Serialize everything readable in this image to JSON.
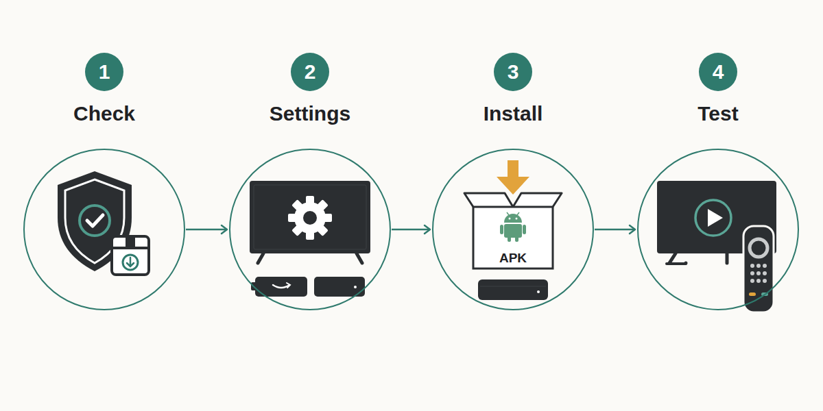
{
  "diagram": {
    "nodes": [
      {
        "text": [
          "1"
        ]
      },
      {
        "text": [
          "Check"
        ]
      },
      {
        "text": [
          "2"
        ]
      },
      {
        "text": [
          "Settings"
        ]
      },
      {
        "text": [
          "3"
        ]
      },
      {
        "text": [
          "Install"
        ]
      },
      {
        "text": [
          "4"
        ]
      },
      {
        "text": [
          "Test"
        ]
      }
    ],
    "edges": [
      {
        "from": 1,
        "to": 3,
        "arrow": "to"
      },
      {
        "from": 3,
        "to": 5,
        "arrow": "to"
      },
      {
        "from": 5,
        "to": 7,
        "arrow": "to"
      }
    ],
    "labels": [
      "APK"
    ]
  }
}
